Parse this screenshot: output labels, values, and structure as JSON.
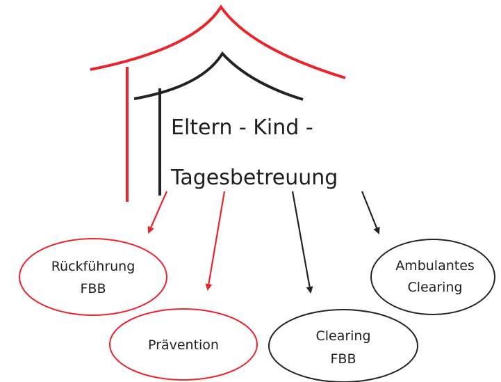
{
  "title": {
    "line1": "Eltern - Kind -",
    "line2": "Tagesbetreuung"
  },
  "nodes": [
    {
      "id": "rueckfuehrung",
      "lines": [
        "Rückführung",
        "FBB"
      ],
      "color": "#e8242c"
    },
    {
      "id": "praevention",
      "lines": [
        "Prävention"
      ],
      "color": "#e8242c"
    },
    {
      "id": "clearing-fbb",
      "lines": [
        "Clearing",
        "FBB"
      ],
      "color": "#222222"
    },
    {
      "id": "ambulantes-clearing",
      "lines": [
        "Ambulantes",
        "Clearing"
      ],
      "color": "#222222"
    }
  ],
  "colors": {
    "red": "#e8242c",
    "black": "#222222"
  }
}
